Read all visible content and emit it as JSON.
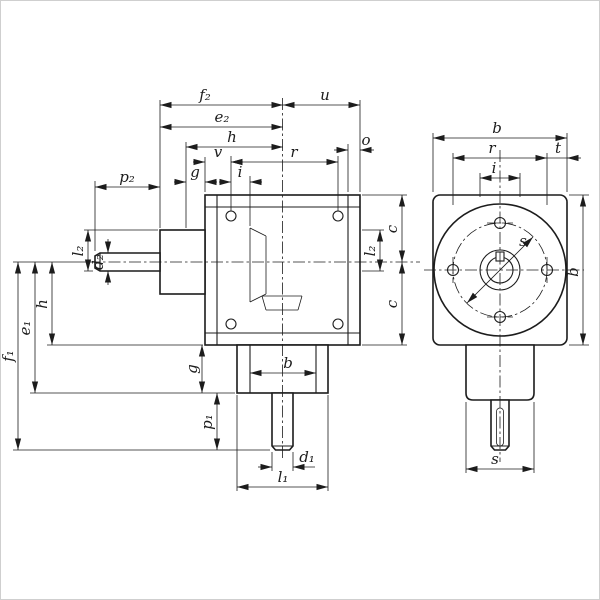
{
  "meta": {
    "description": "Right-angle bevel gearbox dimensional drawing: side view (left) and front view (right)",
    "ink_color": "#1c1c1c",
    "paper_color": "#ffffff"
  },
  "side_view": {
    "dim_f2": "f₂",
    "dim_u": "u",
    "dim_e2": "e₂",
    "dim_h_top": "h",
    "dim_o": "o",
    "dim_v": "v",
    "dim_r": "r",
    "dim_g_top": "g",
    "dim_i": "i",
    "dim_p2": "p₂",
    "dim_l2_left": "l₂",
    "dim_d2": "d₂",
    "dim_h_side": "h",
    "dim_e1": "e₁",
    "dim_f1": "f₁",
    "dim_c_upper": "c",
    "dim_l2_right": "l₂",
    "dim_c_lower": "c",
    "dim_g_boss": "g",
    "dim_b_boss": "b",
    "dim_p1": "p₁",
    "dim_d1": "d₁",
    "dim_l1": "l₁"
  },
  "front_view": {
    "dim_b_top": "b",
    "dim_r": "r",
    "dim_t": "t",
    "dim_i": "i",
    "dim_s_bolt_circle": "s",
    "dim_b_side": "b",
    "dim_s_boss": "s"
  }
}
